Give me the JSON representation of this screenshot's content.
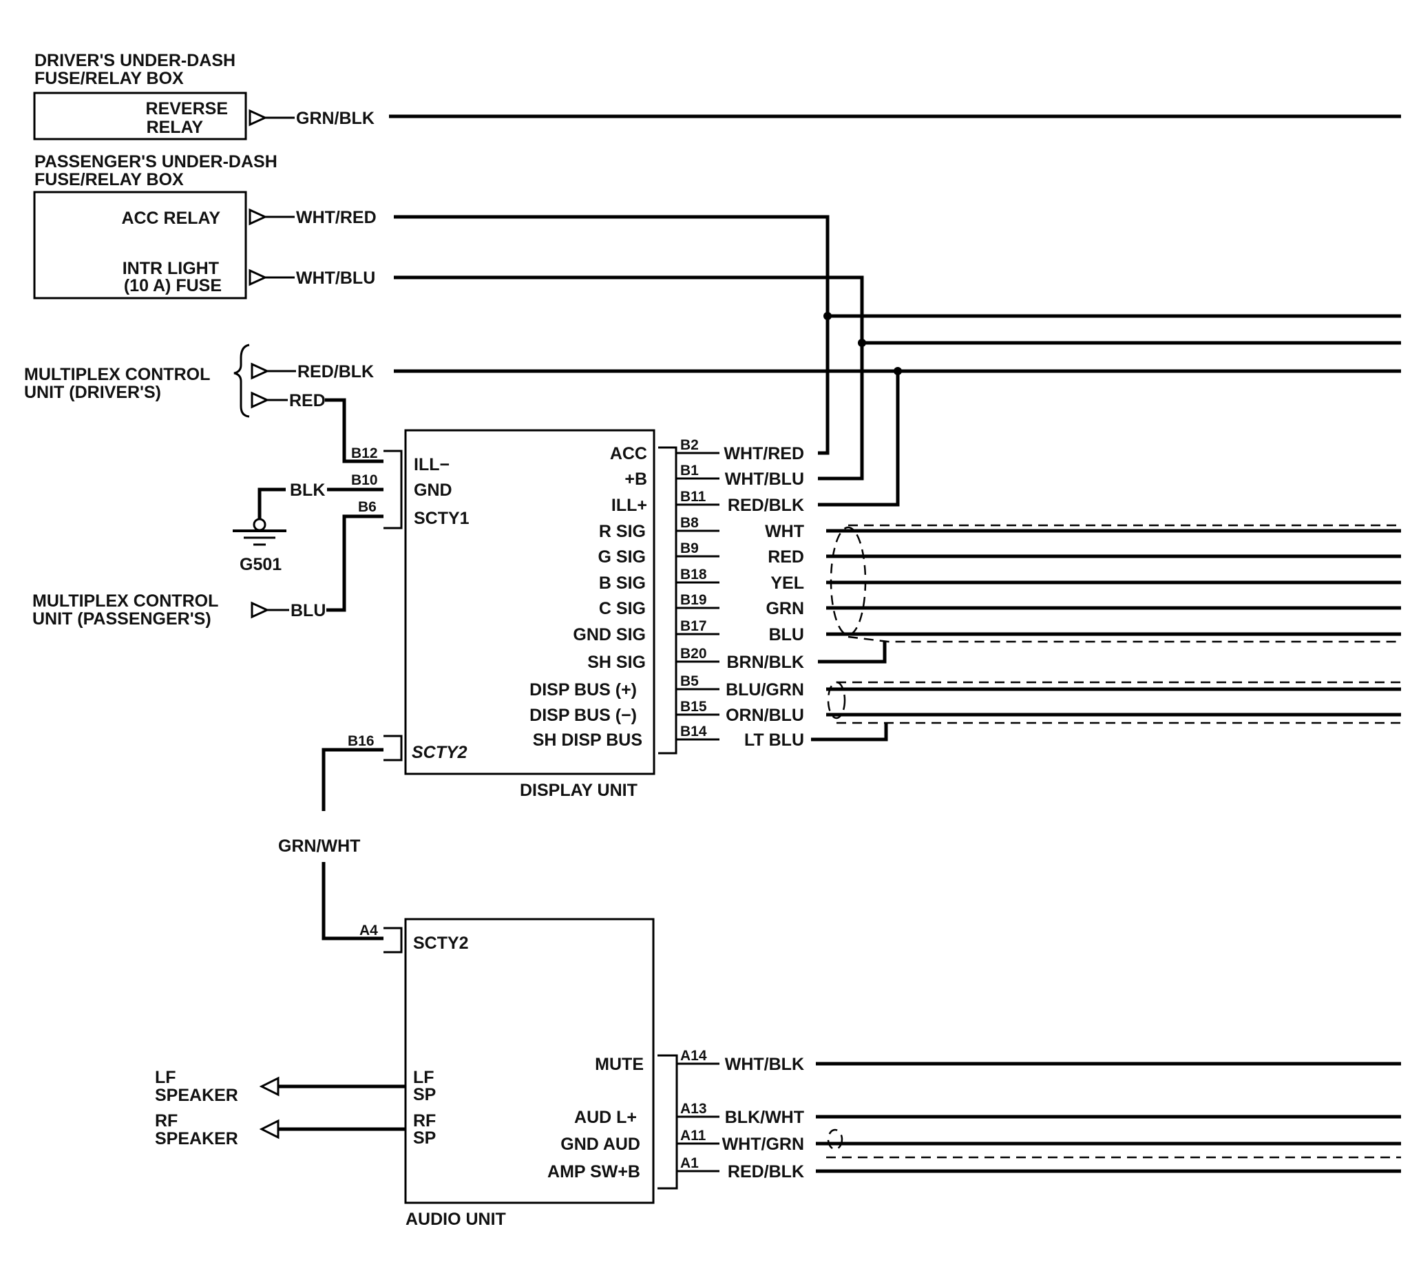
{
  "components": {
    "drivers_fuse_box": {
      "title_line1": "DRIVER'S UNDER-DASH",
      "title_line2": "FUSE/RELAY BOX",
      "reverse_relay_line1": "REVERSE",
      "reverse_relay_line2": "RELAY"
    },
    "passengers_fuse_box": {
      "title_line1": "PASSENGER'S UNDER-DASH",
      "title_line2": "FUSE/RELAY BOX",
      "acc_relay": "ACC RELAY",
      "intr_light_line1": "INTR LIGHT",
      "intr_light_line2": "(10 A) FUSE"
    },
    "mcu_driver": {
      "line1": "MULTIPLEX CONTROL",
      "line2": "UNIT (DRIVER'S)"
    },
    "mcu_passenger": {
      "line1": "MULTIPLEX CONTROL",
      "line2": "UNIT (PASSENGER'S)"
    },
    "ground": {
      "label": "G501"
    },
    "display_unit": {
      "title": "DISPLAY UNIT",
      "left_terminals": [
        "ILL−",
        "GND",
        "SCTY1",
        "SCTY2"
      ],
      "right_terminals": [
        "ACC",
        "+B",
        "ILL+",
        "R SIG",
        "G SIG",
        "B SIG",
        "C SIG",
        "GND SIG",
        "SH SIG",
        "DISP BUS (+)",
        "DISP BUS (−)",
        "SH DISP BUS"
      ]
    },
    "audio_unit": {
      "title": "AUDIO UNIT",
      "left_terminals": [
        "SCTY2",
        "LF",
        "SP",
        "RF",
        "SP"
      ],
      "right_terminals": [
        "MUTE",
        "AUD L+",
        "GND AUD",
        "AMP SW+B"
      ]
    },
    "speakers": {
      "lf_line1": "LF",
      "lf_line2": "SPEAKER",
      "rf_line1": "RF",
      "rf_line2": "SPEAKER"
    }
  },
  "left_wires": {
    "reverse": "GRN/BLK",
    "acc": "WHT/RED",
    "intr": "WHT/BLU",
    "mcu_driver_1": "RED/BLK",
    "mcu_driver_2": "RED",
    "ground": "BLK",
    "mcu_passenger": "BLU",
    "scty_link": "GRN/WHT"
  },
  "display_pins_left": [
    "B12",
    "B10",
    "B6",
    "B16"
  ],
  "display_pins_right": [
    "B2",
    "B1",
    "B11",
    "B8",
    "B9",
    "B18",
    "B19",
    "B17",
    "B20",
    "B5",
    "B15",
    "B14"
  ],
  "display_wires_right": [
    "WHT/RED",
    "WHT/BLU",
    "RED/BLK",
    "WHT",
    "RED",
    "YEL",
    "GRN",
    "BLU",
    "BRN/BLK",
    "BLU/GRN",
    "ORN/BLU",
    "LT BLU"
  ],
  "audio_pins_left": [
    "A4"
  ],
  "audio_pins_right": [
    "A14",
    "A13",
    "A11",
    "A1"
  ],
  "audio_wires_right": [
    "WHT/BLK",
    "BLK/WHT",
    "WHT/GRN",
    "RED/BLK"
  ]
}
